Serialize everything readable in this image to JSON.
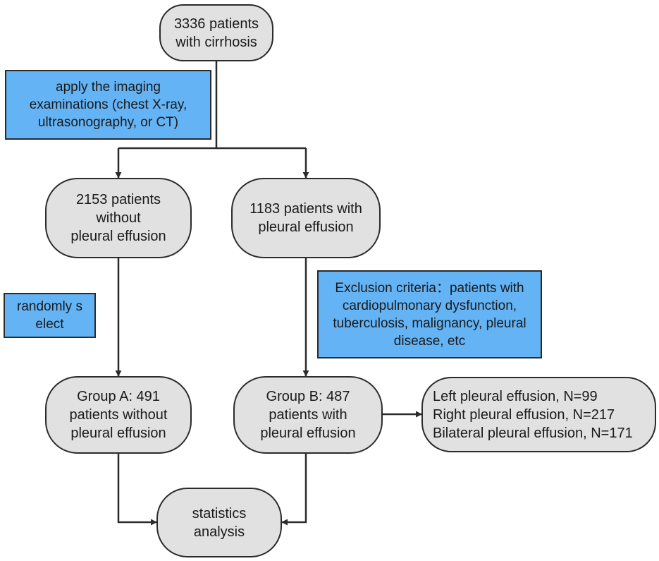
{
  "nodes": {
    "start": {
      "lines": [
        "3336 patients",
        "with cirrhosis"
      ]
    },
    "imaging": {
      "lines": [
        "apply the imaging",
        "examinations (chest X-ray,",
        "ultrasonography, or CT)"
      ]
    },
    "without": {
      "lines": [
        "2153 patients",
        "without",
        "pleural effusion"
      ]
    },
    "with": {
      "lines": [
        "1183 patients with",
        "pleural effusion"
      ]
    },
    "random": {
      "lines": [
        "randomly s",
        "elect"
      ]
    },
    "exclusion": {
      "lines": [
        "Exclusion criteria：patients with",
        "cardiopulmonary dysfunction,",
        "tuberculosis, malignancy, pleural",
        "disease, etc"
      ]
    },
    "groupA": {
      "lines": [
        "Group A: 491",
        "patients without",
        "pleural effusion"
      ]
    },
    "groupB": {
      "lines": [
        "Group B: 487",
        "patients with",
        "pleural effusion"
      ]
    },
    "sides": {
      "lines": [
        "Left pleural effusion, N=99",
        "Right pleural effusion, N=217",
        "Bilateral pleural effusion, N=171"
      ]
    },
    "stats": {
      "lines": [
        "statistics",
        "analysis"
      ]
    }
  },
  "colors": {
    "box_fill": "#e1e1e1",
    "note_fill": "#63b3f5",
    "stroke": "#2b2b2b"
  }
}
